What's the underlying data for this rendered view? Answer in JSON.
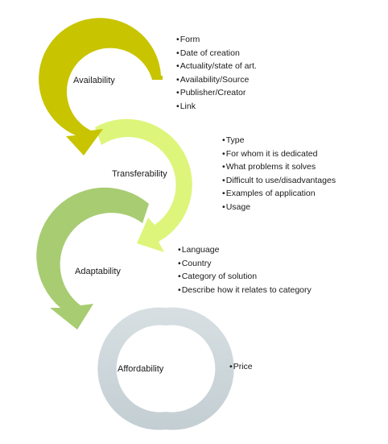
{
  "stages": [
    {
      "label": "Availability",
      "color": "#c8c400",
      "items": [
        "Form",
        "Date of creation",
        "Actuality/state of art.",
        "Availability/Source",
        "Publisher/Creator",
        "Link"
      ]
    },
    {
      "label": "Transferability",
      "color": "#ddf57a",
      "items": [
        "Type",
        "For whom it is dedicated",
        "What problems it solves",
        "Difficult to use/disadvantages",
        "Examples of application",
        "Usage"
      ]
    },
    {
      "label": "Adaptability",
      "color": "#a8cc72",
      "items": [
        "Language",
        "Country",
        "Category of solution",
        "Describe how it relates to category"
      ]
    },
    {
      "label": "Affordability",
      "color": "#c9d4d8",
      "items": [
        "Price"
      ]
    }
  ]
}
